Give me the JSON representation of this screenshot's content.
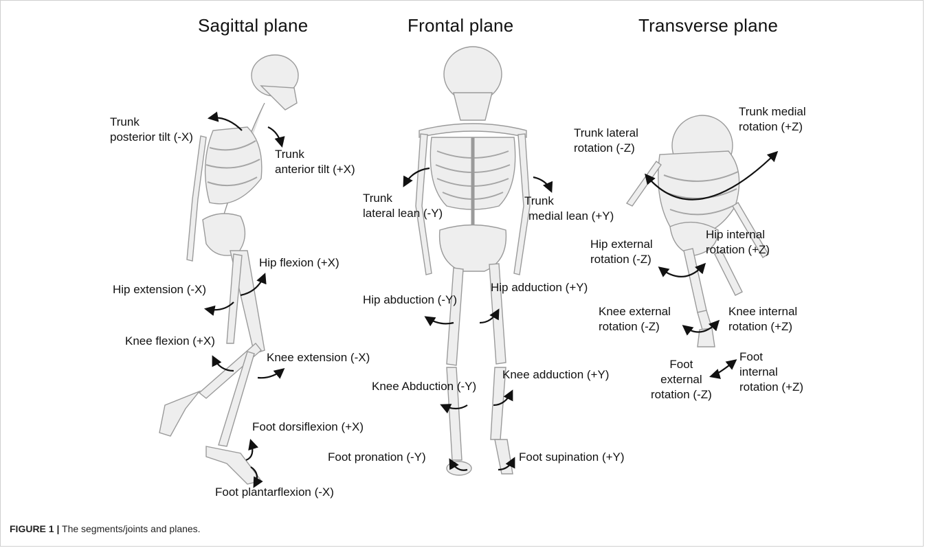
{
  "figure": {
    "caption_label": "FIGURE 1 |",
    "caption_text": " The segments/joints and planes."
  },
  "planes": {
    "sagittal": {
      "title": "Sagittal plane",
      "trunk_posterior": [
        "Trunk",
        "posterior tilt (-X)"
      ],
      "trunk_anterior": [
        "Trunk",
        "anterior tilt (+X)"
      ],
      "hip_flexion": "Hip flexion (+X)",
      "hip_extension": "Hip extension (-X)",
      "knee_flexion": "Knee flexion (+X)",
      "knee_extension": "Knee extension (-X)",
      "foot_dorsiflexion": "Foot dorsiflexion (+X)",
      "foot_plantarflexion": "Foot plantarflexion (-X)"
    },
    "frontal": {
      "title": "Frontal plane",
      "trunk_lateral": [
        "Trunk",
        "lateral lean (-Y)"
      ],
      "trunk_medial": [
        "Trunk",
        "medial lean (+Y)"
      ],
      "hip_abduction": "Hip abduction (-Y)",
      "hip_adduction": "Hip adduction (+Y)",
      "knee_abduction": "Knee Abduction (-Y)",
      "knee_adduction": "Knee adduction (+Y)",
      "foot_pronation": "Foot pronation (-Y)",
      "foot_supination": "Foot supination (+Y)"
    },
    "transverse": {
      "title": "Transverse plane",
      "trunk_lateral": [
        "Trunk lateral",
        "rotation (-Z)"
      ],
      "trunk_medial": [
        "Trunk medial",
        "rotation (+Z)"
      ],
      "hip_external": [
        "Hip external",
        "rotation (-Z)"
      ],
      "hip_internal": [
        "Hip internal",
        "rotation (+Z)"
      ],
      "knee_external": [
        "Knee external",
        "rotation (-Z)"
      ],
      "knee_internal": [
        "Knee internal",
        "rotation (+Z)"
      ],
      "foot_external": [
        "Foot",
        "external",
        "rotation (-Z)"
      ],
      "foot_internal": [
        "Foot",
        "internal",
        "rotation (+Z)"
      ]
    }
  }
}
